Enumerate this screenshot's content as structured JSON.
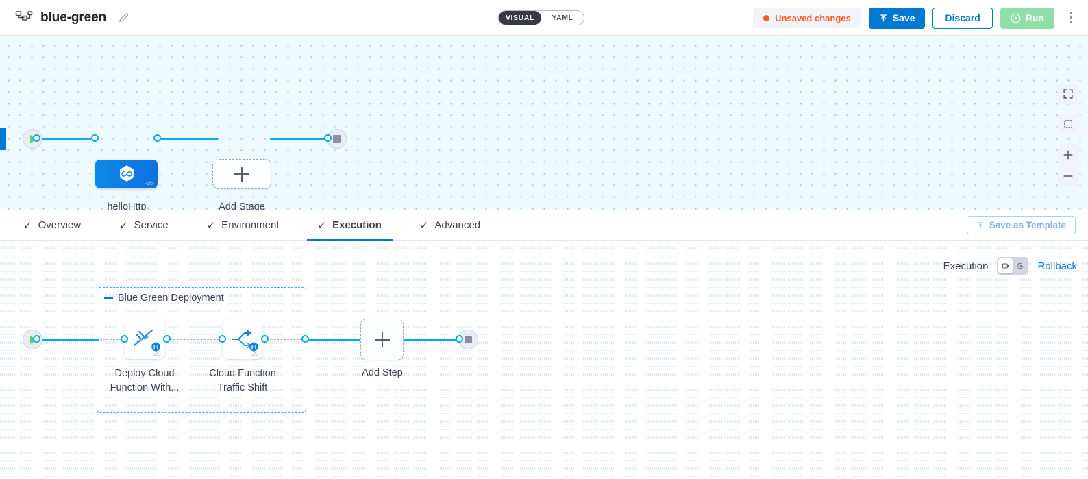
{
  "header": {
    "pipeline_icon": "pipeline-nodes-icon",
    "title": "blue-green",
    "edit_icon": "pencil-edit-icon",
    "mode_toggle": {
      "visual": "VISUAL",
      "yaml": "YAML",
      "selected": "VISUAL"
    },
    "unsaved": "Unsaved changes",
    "save": "Save",
    "discard": "Discard",
    "run": "Run",
    "kebab_icon": "more-vertical-icon",
    "colors": {
      "accent_blue": "#0278d5",
      "unsaved_orange": "#ff5c1f",
      "run_green": "#90dfa8"
    }
  },
  "stage_canvas": {
    "start_icon": "play-start-icon",
    "end_icon": "stop-end-icon",
    "stage_node": {
      "label": "helloHttp",
      "icon": "harness-hexagon-icon",
      "code_mark": "</>"
    },
    "add_stage": {
      "label": "Add Stage",
      "icon": "plus-icon"
    },
    "controls": [
      {
        "name": "fit-screen-icon"
      },
      {
        "name": "select-area-icon"
      },
      {
        "name": "zoom-in-icon"
      },
      {
        "name": "zoom-out-icon"
      }
    ]
  },
  "tabs": [
    {
      "label": "Overview",
      "check": "✓",
      "active": false
    },
    {
      "label": "Service",
      "check": "✓",
      "active": false
    },
    {
      "label": "Environment",
      "check": "✓",
      "active": false
    },
    {
      "label": "Execution",
      "check": "✓",
      "active": true
    },
    {
      "label": "Advanced",
      "check": "✓",
      "active": false
    }
  ],
  "save_as_template": {
    "label": "Save as Template",
    "icon": "template-upload-icon"
  },
  "execution": {
    "exec_label": "Execution",
    "rollback_label": "Rollback",
    "switch_left_icon": "execution-flow-icon",
    "switch_right_icon": "rollback-flow-icon",
    "switch_selected": "Execution",
    "group": {
      "title": "Blue Green Deployment",
      "collapse_icon": "collapse-dash-icon",
      "steps": [
        {
          "label_line1": "Deploy Cloud",
          "label_line2": "Function With...",
          "icon": "deploy-cloud-function-icon",
          "badge": "harness-badge-icon",
          "code_mark": "</>"
        },
        {
          "label_line1": "Cloud Function",
          "label_line2": "Traffic Shift",
          "icon": "traffic-shift-icon",
          "badge": "harness-badge-icon",
          "code_mark": "</>"
        }
      ]
    },
    "add_step": {
      "label": "Add Step",
      "icon": "plus-icon"
    },
    "start_icon": "play-start-icon",
    "end_icon": "stop-end-icon"
  }
}
